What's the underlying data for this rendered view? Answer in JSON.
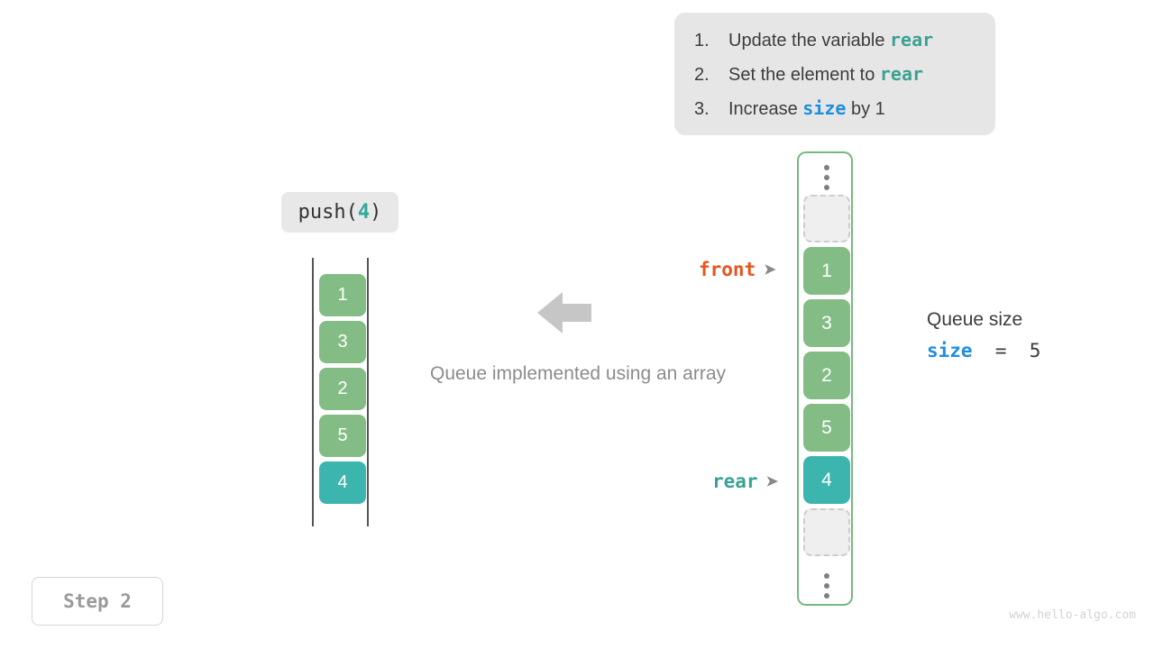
{
  "instructions": {
    "items": [
      {
        "num": "1.",
        "pre": "Update the variable ",
        "code": "rear",
        "code_kind": "rear",
        "post": ""
      },
      {
        "num": "2.",
        "pre": "Set the element to ",
        "code": "rear",
        "code_kind": "rear",
        "post": ""
      },
      {
        "num": "3.",
        "pre": "Increase ",
        "code": "size",
        "code_kind": "size",
        "post": " by 1"
      }
    ]
  },
  "operation": {
    "label_prefix": "push(",
    "label_value": "4",
    "label_suffix": ")"
  },
  "array_view": {
    "cells": [
      {
        "value": "1",
        "style": "green"
      },
      {
        "value": "3",
        "style": "green"
      },
      {
        "value": "2",
        "style": "green"
      },
      {
        "value": "5",
        "style": "green"
      },
      {
        "value": "4",
        "style": "teal"
      }
    ]
  },
  "caption": "Queue implemented using an array",
  "queue_view": {
    "cells": [
      {
        "value": "",
        "style": "empty"
      },
      {
        "value": "1",
        "style": "green"
      },
      {
        "value": "3",
        "style": "green"
      },
      {
        "value": "2",
        "style": "green"
      },
      {
        "value": "5",
        "style": "green"
      },
      {
        "value": "4",
        "style": "teal"
      },
      {
        "value": "",
        "style": "empty"
      }
    ]
  },
  "pointers": {
    "front": {
      "label": "front",
      "arrow": "➤"
    },
    "rear": {
      "label": "rear",
      "arrow": "➤"
    }
  },
  "size_info": {
    "title": "Queue size",
    "var": "size",
    "equals": "  =  ",
    "value": "5"
  },
  "step": {
    "label": "Step 2"
  },
  "watermark": "www.hello-algo.com",
  "colors": {
    "green": "#83bd85",
    "teal": "#3cb5ae",
    "front": "#e8541e",
    "rear": "#3aa393",
    "size": "#1f8fdd",
    "container_border": "#76b97f",
    "panel_bg": "#e6e6e6",
    "arrow": "#c6c6c6"
  }
}
